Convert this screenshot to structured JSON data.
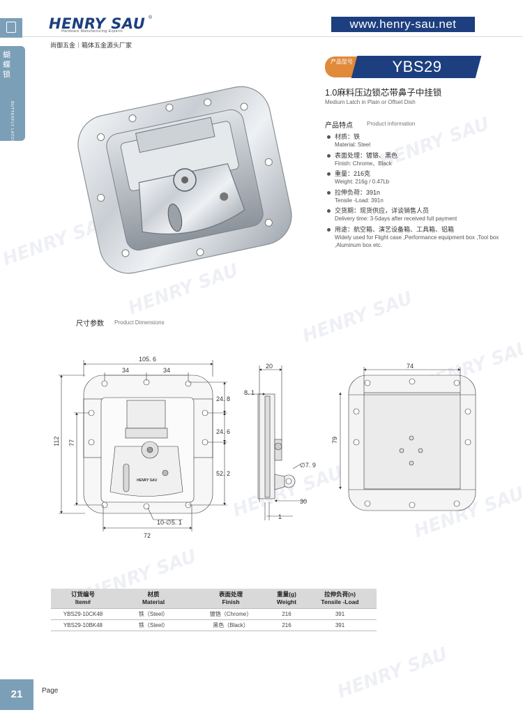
{
  "header": {
    "logo": "HENRY SAU",
    "logo_reg": "®",
    "tagline": "Hardware Manufacturing Experts",
    "slogan": "尚御五金｜箱体五金源头厂家",
    "url": "www.henry-sau.net"
  },
  "side_tab": {
    "label_cn": "蝴蝶锁",
    "label_en": "BUTTERFLY LATCH"
  },
  "product": {
    "badge_label": "产品型号",
    "model": "YBS29",
    "title_cn": "1.0麻料压边锁芯带鼻子中挂锁",
    "title_en": "Medium Latch in Plain or Offset Dish"
  },
  "features": {
    "heading_cn": "产品特点",
    "heading_en": "Product information",
    "items": [
      {
        "cn": "材质：铁",
        "en": "Material: Steel"
      },
      {
        "cn": "表面处理：镀铬、黑色",
        "en": "Finish: Chrome、Black"
      },
      {
        "cn": "重量：216克",
        "en": "Weight: 216g / 0.47Lb"
      },
      {
        "cn": "拉伸负荷：391n",
        "en": "Tensile -Load: 391n"
      },
      {
        "cn": "交货期：现货供应，详谈销售人员",
        "en": "Delivery time: 3-5days after received full payment"
      },
      {
        "cn": "用途：航空箱、演艺设备箱、工具箱、铝箱",
        "en": "Widely used for Flight case ,Performance equipment box ,Tool box ,Aluminum box etc."
      }
    ]
  },
  "dimensions": {
    "heading_cn": "尺寸参数",
    "heading_en": "Product Dimensions",
    "labels": {
      "width_total": "105. 6",
      "hole_spacing_left": "34",
      "hole_spacing_right": "34",
      "height_total": "112",
      "height_inner": "77",
      "right_top": "24. 8",
      "right_mid": "24. 6",
      "right_low": "52. 2",
      "holes": "10-∅5. 1",
      "bottom_width": "72",
      "side_depth": "20",
      "side_flange": "8. 1",
      "ring_dia": "∅7. 9",
      "side_30": "30",
      "side_1": "1",
      "back_width": "74",
      "back_height": "79",
      "plate_marking": "HENRY SAU"
    }
  },
  "table": {
    "headers": [
      {
        "cn": "订货编号",
        "en": "Item#"
      },
      {
        "cn": "材质",
        "en": "Material"
      },
      {
        "cn": "表面处理",
        "en": "Finish"
      },
      {
        "cn": "重量(g)",
        "en": "Weight"
      },
      {
        "cn": "拉伸负荷(n)",
        "en": "Tensile -Load"
      }
    ],
    "rows": [
      [
        "YBS29-10CK48",
        "铁（Steel）",
        "镀铬（Chrome）",
        "216",
        "391"
      ],
      [
        "YBS29-10BK48",
        "铁（Steel）",
        "黑色（Black）",
        "216",
        "391"
      ]
    ]
  },
  "footer": {
    "page_number": "21",
    "page_label": "Page"
  },
  "watermark": "HENRY SAU",
  "colors": {
    "brand_blue": "#1d3f7f",
    "accent_orange": "#e08a3a",
    "side_blue": "#7c9fb8"
  }
}
